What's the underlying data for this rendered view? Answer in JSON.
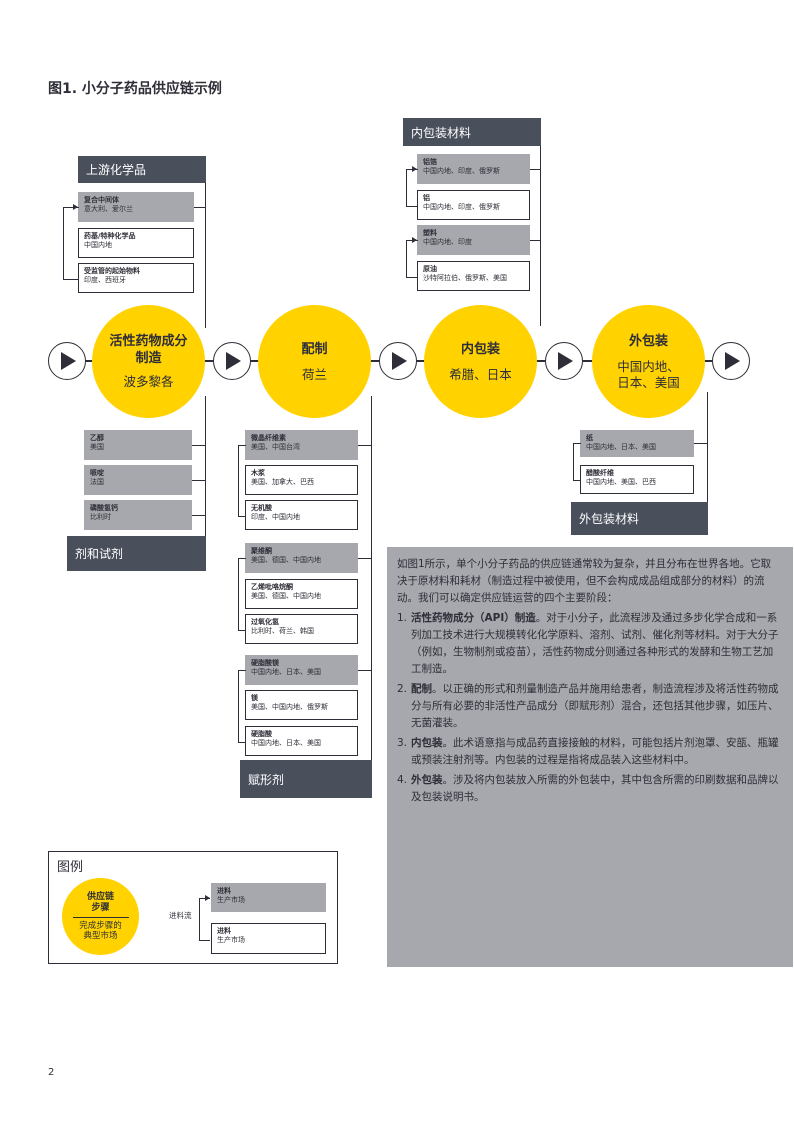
{
  "figure_title": "图1. 小分子药品供应链示例",
  "page_number": "2",
  "stages": [
    {
      "name": "活性药物成分\n制造",
      "markets": "波多黎各"
    },
    {
      "name": "配制",
      "markets": "荷兰"
    },
    {
      "name": "内包装",
      "markets": "希腊、日本"
    },
    {
      "name": "外包装",
      "markets": "中国内地、\n日本、美国"
    }
  ],
  "upstream": {
    "title": "上游化学品",
    "items": [
      {
        "label": "复合中间体",
        "markets": "意大利、爱尔兰"
      },
      {
        "label": "药基/特种化学品",
        "markets": "中国内地"
      },
      {
        "label": "受监管的起始物料",
        "markets": "印度、西班牙"
      }
    ]
  },
  "reagents": {
    "title": "剂和试剂",
    "items": [
      {
        "label": "乙醇",
        "markets": "美国"
      },
      {
        "label": "哌啶",
        "markets": "法国"
      },
      {
        "label": "磷酸氢钙",
        "markets": "比利时"
      }
    ]
  },
  "excipients": {
    "title": "赋形剂",
    "groups": [
      [
        {
          "label": "微晶纤维素",
          "markets": "美国、中国台湾"
        },
        {
          "label": "木浆",
          "markets": "美国、加拿大、巴西"
        },
        {
          "label": "无机酸",
          "markets": "印度、中国内地"
        }
      ],
      [
        {
          "label": "聚维酮",
          "markets": "美国、德国、中国内地"
        },
        {
          "label": "乙烯吡咯烷酮",
          "markets": "美国、德国、中国内地"
        },
        {
          "label": "过氧化氢",
          "markets": "比利时、荷兰、韩国"
        }
      ],
      [
        {
          "label": "硬脂酸镁",
          "markets": "中国内地、日本、美国"
        },
        {
          "label": "镁",
          "markets": "美国、中国内地、俄罗斯"
        },
        {
          "label": "硬脂酸",
          "markets": "中国内地、日本、美国"
        }
      ]
    ]
  },
  "primary_packaging": {
    "title": "内包装材料",
    "groups": [
      [
        {
          "label": "铝箔",
          "markets": "中国内地、印度、俄罗斯"
        },
        {
          "label": "铝",
          "markets": "中国内地、印度、俄罗斯"
        }
      ],
      [
        {
          "label": "塑料",
          "markets": "中国内地、印度"
        },
        {
          "label": "原油",
          "markets": "沙特阿拉伯、俄罗斯、美国"
        }
      ]
    ]
  },
  "secondary_packaging": {
    "title": "外包装材料",
    "items": [
      {
        "label": "纸",
        "markets": "中国内地、日本、美国"
      },
      {
        "label": "醋酸纤维",
        "markets": "中国内地、美国、巴西"
      }
    ]
  },
  "description": {
    "intro": "如图1所示，单个小分子药品的供应链通常较为复杂，并且分布在世界各地。它取决于原材料和耗材（制造过程中被使用，但不会构成成品组成部分的材料）的流动。我们可以确定供应链运营的四个主要阶段：",
    "steps": [
      {
        "num": "1.",
        "title": "活性药物成分（API）制造",
        "text": "。对于小分子，此流程涉及通过多步化学合成和一系列加工技术进行大规模转化化学原料、溶剂、试剂、催化剂等材料。对于大分子（例如，生物制剂或疫苗），活性药物成分则通过各种形式的发酵和生物工艺加工制造。"
      },
      {
        "num": "2.",
        "title": "配制",
        "text": "。以正确的形式和剂量制造产品并施用给患者，制造流程涉及将活性药物成分与所有必要的非活性产品成分（即赋形剂）混合，还包括其他步骤，如压片、无菌灌装。"
      },
      {
        "num": "3.",
        "title": "内包装",
        "text": "。此术语意指与成品药直接接触的材料，可能包括片剂泡罩、安瓿、瓶罐或预装注射剂等。内包装的过程是指将成品装入这些材料中。"
      },
      {
        "num": "4.",
        "title": "外包装",
        "text": "。涉及将内包装放入所需的外包装中，其中包含所需的印刷数据和品牌以及包装说明书。"
      }
    ]
  },
  "legend": {
    "title": "图例",
    "circle_top": "供应链\n步骤",
    "circle_bottom": "完成步骤的\n典型市场",
    "flow_label": "进料流",
    "box1": {
      "label": "进料",
      "markets": "生产市场"
    },
    "box2": {
      "label": "进料",
      "markets": "生产市场"
    }
  },
  "colors": {
    "accent": "#ffd200",
    "header": "#4a4f5c",
    "gray_box": "#a6a8ad",
    "panel": "#a6a8ad"
  }
}
